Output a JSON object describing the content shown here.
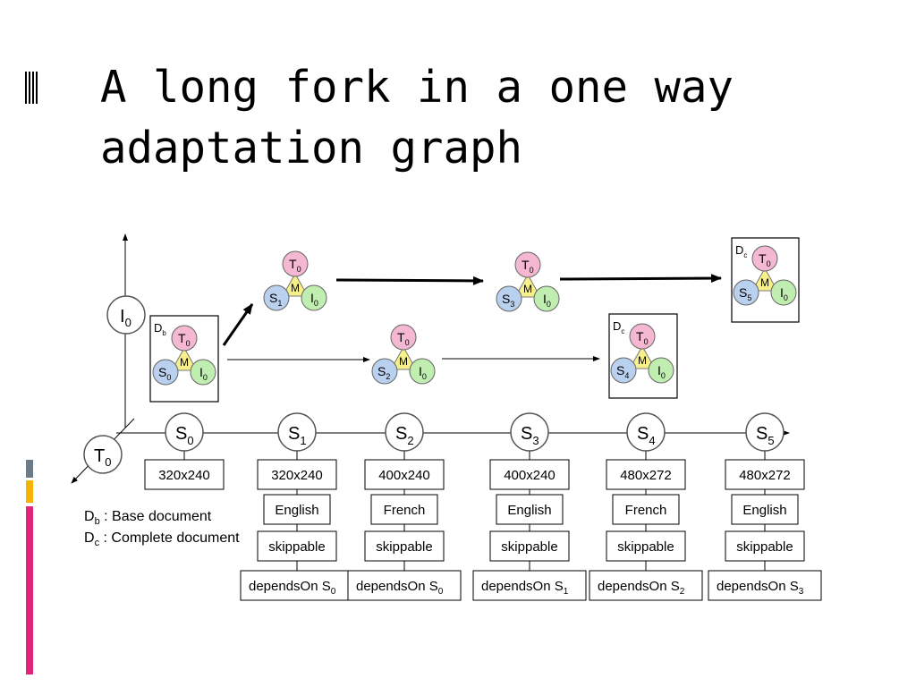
{
  "slide": {
    "title_line1": "A long fork in a one way",
    "title_line2": "adaptation graph"
  },
  "diagram": {
    "axis_labels": {
      "I": "I",
      "I_sub": "0",
      "T": "T",
      "T_sub": "0"
    },
    "states": [
      {
        "id": "S0",
        "label": "S",
        "sub": "0",
        "resolution": "320x240",
        "language": "",
        "skippable": "",
        "depends_main": "",
        "depends_sub": ""
      },
      {
        "id": "S1",
        "label": "S",
        "sub": "1",
        "resolution": "320x240",
        "language": "English",
        "skippable": "skippable",
        "depends_main": "dependsOn S",
        "depends_sub": "0"
      },
      {
        "id": "S2",
        "label": "S",
        "sub": "2",
        "resolution": "400x240",
        "language": "French",
        "skippable": "skippable",
        "depends_main": "dependsOn S",
        "depends_sub": "0"
      },
      {
        "id": "S3",
        "label": "S",
        "sub": "3",
        "resolution": "400x240",
        "language": "English",
        "skippable": "skippable",
        "depends_main": "dependsOn S",
        "depends_sub": "1"
      },
      {
        "id": "S4",
        "label": "S",
        "sub": "4",
        "resolution": "480x272",
        "language": "French",
        "skippable": "skippable",
        "depends_main": "dependsOn S",
        "depends_sub": "2"
      },
      {
        "id": "S5",
        "label": "S",
        "sub": "5",
        "resolution": "480x272",
        "language": "English",
        "skippable": "skippable",
        "depends_main": "dependsOn S",
        "depends_sub": "3"
      }
    ],
    "doc_nodes": [
      {
        "id": "Db",
        "boxed": true,
        "box_label": "D",
        "box_sub": "b",
        "t": "T",
        "t_sub": "0",
        "m": "M",
        "s": "S",
        "s_sub": "0",
        "i": "I",
        "i_sub": "0"
      },
      {
        "id": "N1",
        "boxed": false,
        "box_label": "",
        "box_sub": "",
        "t": "T",
        "t_sub": "0",
        "m": "M",
        "s": "S",
        "s_sub": "1",
        "i": "I",
        "i_sub": "0"
      },
      {
        "id": "N2",
        "boxed": false,
        "box_label": "",
        "box_sub": "",
        "t": "T",
        "t_sub": "0",
        "m": "M",
        "s": "S",
        "s_sub": "2",
        "i": "I",
        "i_sub": "0"
      },
      {
        "id": "N3",
        "boxed": false,
        "box_label": "",
        "box_sub": "",
        "t": "T",
        "t_sub": "0",
        "m": "M",
        "s": "S",
        "s_sub": "3",
        "i": "I",
        "i_sub": "0"
      },
      {
        "id": "Dc4",
        "boxed": true,
        "box_label": "D",
        "box_sub": "c",
        "t": "T",
        "t_sub": "0",
        "m": "M",
        "s": "S",
        "s_sub": "4",
        "i": "I",
        "i_sub": "0"
      },
      {
        "id": "Dc5",
        "boxed": true,
        "box_label": "D",
        "box_sub": "c",
        "t": "T",
        "t_sub": "0",
        "m": "M",
        "s": "S",
        "s_sub": "5",
        "i": "I",
        "i_sub": "0"
      }
    ],
    "legend": {
      "b_main": "D",
      "b_sub": "b",
      "b_text": " : Base document",
      "c_main": "D",
      "c_sub": "c",
      "c_text": " : Complete document"
    },
    "colors": {
      "t_circle": "#f4b8d2",
      "m_triangle": "#f7f08a",
      "s_circle": "#b9d0ee",
      "i_circle": "#bfeeb0",
      "accent_gray": "#6d7b87",
      "accent_orange": "#f4b400",
      "accent_pink": "#e2237b"
    }
  }
}
